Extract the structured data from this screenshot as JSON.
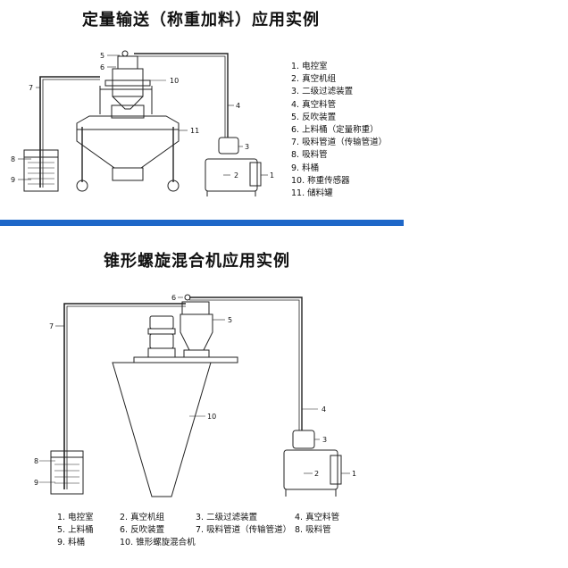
{
  "titles": {
    "top": "定量输送（称重加料）应用实例",
    "bottom": "锥形螺旋混合机应用实例"
  },
  "accent_color": "#1e67c8",
  "diagram1": {
    "callouts": [
      "1",
      "2",
      "3",
      "4",
      "5",
      "6",
      "7",
      "8",
      "9",
      "10",
      "11"
    ],
    "legend": [
      "1. 电控室",
      "2. 真空机组",
      "3. 二级过滤装置",
      "4. 真空料管",
      "5. 反吹装置",
      "6. 上料桶（定量称重）",
      "7. 吸料管道（传输管道）",
      "8. 吸料管",
      "9. 料桶",
      "10. 称重传感器",
      "11. 储料罐"
    ]
  },
  "diagram2": {
    "callouts": [
      "1",
      "2",
      "3",
      "4",
      "5",
      "6",
      "7",
      "8",
      "9",
      "10"
    ],
    "legend_rows": [
      [
        "1. 电控室",
        "2. 真空机组",
        "3. 二级过滤装置",
        "4. 真空料管"
      ],
      [
        "5. 上料桶",
        "6. 反吹装置",
        "7. 吸料管道（传输管道）",
        "8. 吸料管"
      ],
      [
        "9. 料桶",
        "10. 锥形螺旋混合机"
      ]
    ]
  }
}
